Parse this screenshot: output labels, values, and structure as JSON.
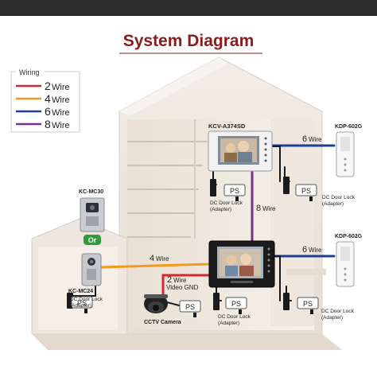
{
  "title": "System Diagram",
  "legend": {
    "heading": "Wiring",
    "items": [
      {
        "num": "2",
        "unit": "Wire",
        "color": "#d8262e"
      },
      {
        "num": "4",
        "unit": "Wire",
        "color": "#f39a1c"
      },
      {
        "num": "6",
        "unit": "Wire",
        "color": "#1c3f95"
      },
      {
        "num": "8",
        "unit": "Wire",
        "color": "#7a2d8c"
      }
    ]
  },
  "devices": {
    "kcv_a374sd": "KCV-A374SD",
    "kdp_602g_top": "KDP-602G",
    "kdp_602g_bottom": "KDP-602G",
    "kc_mc30": "KC-MC30",
    "kc_mc24": "KC-MC24",
    "cctv": "CCTV Camera",
    "or_badge": "Or",
    "ps": "PS"
  },
  "wire_labels": {
    "w6_top": {
      "num": "6",
      "unit": "Wire"
    },
    "w8": {
      "num": "8",
      "unit": "Wire"
    },
    "w6_bottom": {
      "num": "6",
      "unit": "Wire"
    },
    "w4": {
      "num": "4",
      "unit": "Wire"
    },
    "w2": {
      "num": "2",
      "unit": "Wire",
      "extra": "Video GND"
    }
  },
  "door_lock": {
    "line1": "DC Door Lock",
    "line2": "(Adapter)"
  },
  "colors": {
    "title": "#8b1c1c",
    "wire2": "#d8262e",
    "wire4": "#f39a1c",
    "wire6": "#1c3f95",
    "wire8": "#7a2d8c",
    "or_badge": "#2e9e3a",
    "house": "#efe7df"
  }
}
